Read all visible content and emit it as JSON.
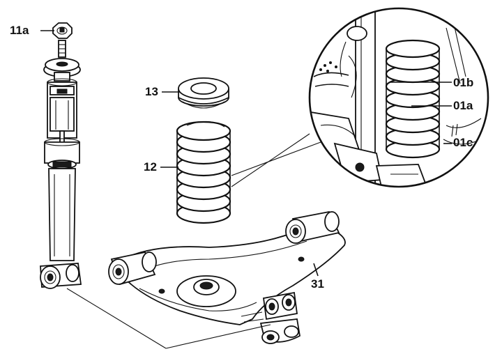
{
  "labels": {
    "nut": "11a",
    "spring_pad": "13",
    "coil_spring": "12",
    "control_arm": "31",
    "detail_b": "01b",
    "detail_a": "01a",
    "detail_c": "01c"
  }
}
